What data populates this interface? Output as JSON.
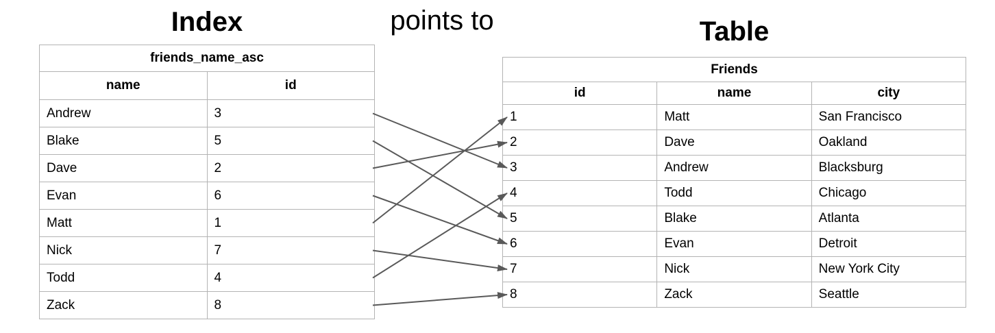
{
  "diagram": {
    "index": {
      "heading": "Index",
      "table_title": "friends_name_asc",
      "columns": [
        "name",
        "id"
      ],
      "rows": [
        {
          "name": "Andrew",
          "id": "3"
        },
        {
          "name": "Blake",
          "id": "5"
        },
        {
          "name": "Dave",
          "id": "2"
        },
        {
          "name": "Evan",
          "id": "6"
        },
        {
          "name": "Matt",
          "id": "1"
        },
        {
          "name": "Nick",
          "id": "7"
        },
        {
          "name": "Todd",
          "id": "4"
        },
        {
          "name": "Zack",
          "id": "8"
        }
      ]
    },
    "relation_label": "points to",
    "table": {
      "heading": "Table",
      "table_title": "Friends",
      "columns": [
        "id",
        "name",
        "city"
      ],
      "rows": [
        {
          "id": "1",
          "name": "Matt",
          "city": "San Francisco"
        },
        {
          "id": "2",
          "name": "Dave",
          "city": "Oakland"
        },
        {
          "id": "3",
          "name": "Andrew",
          "city": "Blacksburg"
        },
        {
          "id": "4",
          "name": "Todd",
          "city": "Chicago"
        },
        {
          "id": "5",
          "name": "Blake",
          "city": "Atlanta"
        },
        {
          "id": "6",
          "name": "Evan",
          "city": "Detroit"
        },
        {
          "id": "7",
          "name": "Nick",
          "city": "New York City"
        },
        {
          "id": "8",
          "name": "Zack",
          "city": "Seattle"
        }
      ]
    },
    "arrows": [
      {
        "from": 0,
        "to": 2
      },
      {
        "from": 1,
        "to": 4
      },
      {
        "from": 2,
        "to": 1
      },
      {
        "from": 3,
        "to": 5
      },
      {
        "from": 4,
        "to": 0
      },
      {
        "from": 5,
        "to": 6
      },
      {
        "from": 6,
        "to": 3
      },
      {
        "from": 7,
        "to": 7
      }
    ],
    "colors": {
      "arrow": "#595959",
      "table_border": "#b3b3b3",
      "text": "#000000"
    }
  }
}
